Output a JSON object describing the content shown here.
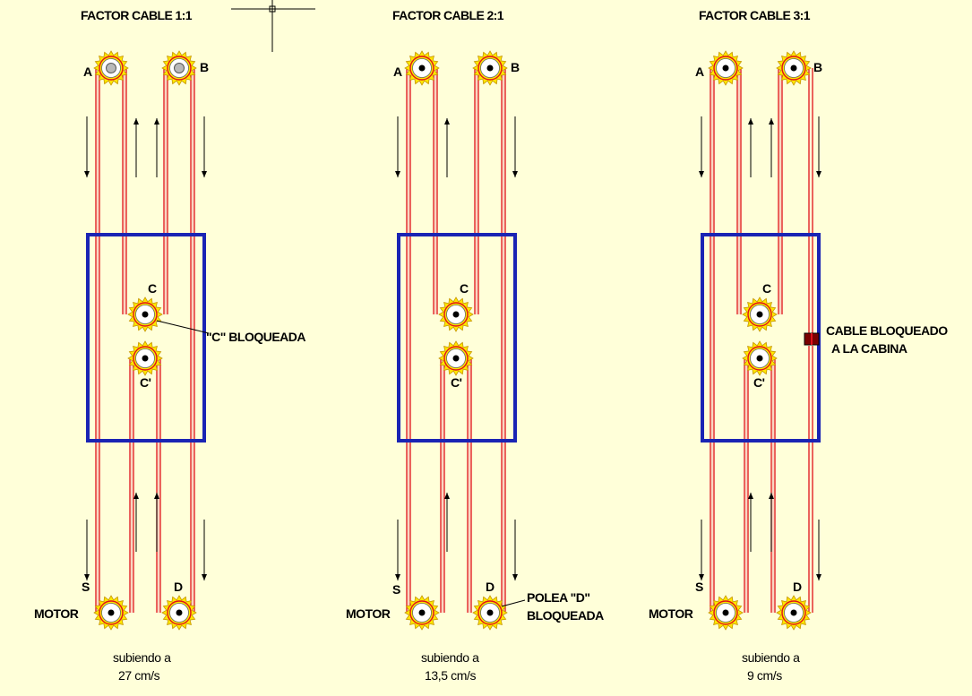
{
  "colors": {
    "background": "#ffffd9",
    "cable": "#e0101a",
    "cable_inner": "#f3a9a9",
    "car_frame": "#1a24b4",
    "pulley_teeth": "#ffe600",
    "pulley_teeth_edge": "#c59500",
    "block": "#7a0000"
  },
  "icons": {
    "pulley": "sprocket-pulley-icon",
    "arrow": "direction-arrow-icon",
    "crosshair": "cad-crosshair-cursor-icon"
  },
  "panels": [
    {
      "title": "FACTOR CABLE 1:1",
      "labels": {
        "a": "A",
        "b": "B",
        "c": "C",
        "c2": "C'",
        "s": "S",
        "d": "D",
        "motor": "MOTOR"
      },
      "annotation": "\"C\" BLOQUEADA",
      "caption_line1": "subiendo a",
      "caption_line2": "27 cm/s"
    },
    {
      "title": "FACTOR CABLE 2:1",
      "labels": {
        "a": "A",
        "b": "B",
        "c": "C",
        "c2": "C'",
        "s": "S",
        "d": "D",
        "motor": "MOTOR"
      },
      "annotation_line1": "POLEA \"D\"",
      "annotation_line2": "BLOQUEADA",
      "caption_line1": "subiendo a",
      "caption_line2": "13,5 cm/s"
    },
    {
      "title": "FACTOR CABLE 3:1",
      "labels": {
        "a": "A",
        "b": "B",
        "c": "C",
        "c2": "C'",
        "s": "S",
        "d": "D",
        "motor": "MOTOR"
      },
      "annotation_line1": "CABLE BLOQUEADO",
      "annotation_line2": "A LA CABINA",
      "caption_line1": "subiendo a",
      "caption_line2": "9 cm/s"
    }
  ]
}
